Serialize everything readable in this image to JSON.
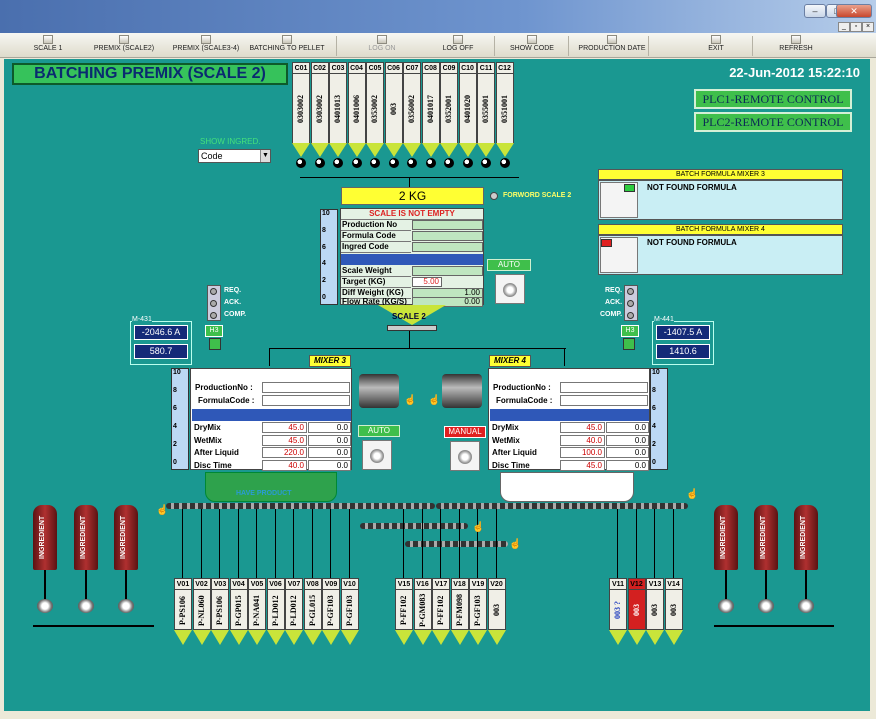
{
  "window": {
    "minimize": "–",
    "restore": "□",
    "close": "✕",
    "mdi": [
      "_",
      "▫",
      "×"
    ]
  },
  "toolbar": [
    {
      "label": "SCALE 1",
      "enabled": true
    },
    {
      "label": "PREMIX (SCALE2)",
      "enabled": true
    },
    {
      "label": "PREMIX (SCALE3-4)",
      "enabled": true
    },
    {
      "label": "BATCHING TO PELLET",
      "enabled": true
    },
    {
      "label": "LOG ON",
      "enabled": false
    },
    {
      "label": "LOG OFF",
      "enabled": true
    },
    {
      "label": "SHOW CODE",
      "enabled": true
    },
    {
      "label": "PRODUCTION DATE",
      "enabled": true
    },
    {
      "label": "EXIT",
      "enabled": true
    },
    {
      "label": "REFRESH",
      "enabled": true
    }
  ],
  "header": {
    "title": "BATCHING PREMIX (SCALE 2)",
    "datetime": "22-Jun-2012 15:22:10",
    "plc1": "PLC1-REMOTE CONTROL",
    "plc2": "PLC2-REMOTE CONTROL"
  },
  "silos": [
    {
      "id": "C01",
      "code": "0303002"
    },
    {
      "id": "C02",
      "code": "0303002"
    },
    {
      "id": "C03",
      "code": "0401013"
    },
    {
      "id": "C04",
      "code": "0401006"
    },
    {
      "id": "C05",
      "code": "0353002"
    },
    {
      "id": "C06",
      "code": "003"
    },
    {
      "id": "C07",
      "code": "0356002"
    },
    {
      "id": "C08",
      "code": "0401017"
    },
    {
      "id": "C09",
      "code": "0352001"
    },
    {
      "id": "C10",
      "code": "0401020"
    },
    {
      "id": "C11",
      "code": "0355001"
    },
    {
      "id": "C12",
      "code": "0351001"
    }
  ],
  "show_ingred": {
    "label": "SHOW INGRED.",
    "value": "Code",
    "arrow": "▼"
  },
  "scale2": {
    "weight_display": "2 KG",
    "forward_label": "FORWORD SCALE 2",
    "status": "SCALE IS NOT EMPTY",
    "rows": {
      "production_no": "Production No",
      "formula_code": "Formula Code",
      "ingred_code": "Ingred Code",
      "scale_weight": "Scale Weight",
      "target": "Target (KG)",
      "diff": "Diff Weight (KG)",
      "flow": "Flow Rate (KG/S)"
    },
    "target_value": "5.00",
    "diff_value": "1.00",
    "flow_value": "0.00",
    "mode": "AUTO",
    "hopper_label": "SCALE 2"
  },
  "scale_ticks": [
    "10",
    "8",
    "6",
    "4",
    "2",
    "0"
  ],
  "lamps": {
    "req": "REQ.",
    "ack": "ACK.",
    "comp": "COMP."
  },
  "meters": {
    "left": {
      "label": "M-431",
      "tag": "H3",
      "amps": "-2046.6 A",
      "value": "580.7"
    },
    "right": {
      "label": "M-441",
      "tag": "H3",
      "amps": "-1407.5 A",
      "value": "1410.6"
    }
  },
  "mixer3": {
    "label": "MIXER 3",
    "production_no": "ProductionNo :",
    "formula_code": "FormulaCode :",
    "rows": [
      {
        "name": "DryMix",
        "v1": "45.0",
        "v2": "0.0"
      },
      {
        "name": "WetMix",
        "v1": "45.0",
        "v2": "0.0"
      },
      {
        "name": "After Liquid",
        "v1": "220.0",
        "v2": "0.0"
      },
      {
        "name": "Disc Time",
        "v1": "40.0",
        "v2": "0.0"
      }
    ],
    "mode": "AUTO",
    "status": "HAVE PRODUCT"
  },
  "mixer4": {
    "label": "MIXER 4",
    "production_no": "ProductionNo :",
    "formula_code": "FormulaCode :",
    "rows": [
      {
        "name": "DryMix",
        "v1": "45.0",
        "v2": "0.0"
      },
      {
        "name": "WetMix",
        "v1": "40.0",
        "v2": "0.0"
      },
      {
        "name": "After Liquid",
        "v1": "100.0",
        "v2": "0.0"
      },
      {
        "name": "Disc Time",
        "v1": "45.0",
        "v2": "0.0"
      }
    ],
    "mode": "MANUAL"
  },
  "formula3": {
    "title": "BATCH FORMULA MIXER 3",
    "text": "NOT FOUND FORMULA",
    "light": "#2ecc40"
  },
  "formula4": {
    "title": "BATCH FORMULA MIXER 4",
    "text": "NOT FOUND FORMULA",
    "light": "#e02020"
  },
  "ingredient_label": "INGREDIENT",
  "bins_a": [
    {
      "id": "V01",
      "code": "P-PS106"
    },
    {
      "id": "V02",
      "code": "P-NL060"
    },
    {
      "id": "V03",
      "code": "P-PS106"
    },
    {
      "id": "V04",
      "code": "P-GP015"
    },
    {
      "id": "V05",
      "code": "P-NA041"
    },
    {
      "id": "V06",
      "code": "P-LD012"
    },
    {
      "id": "V07",
      "code": "P-LD012"
    },
    {
      "id": "V08",
      "code": "P-GL015"
    },
    {
      "id": "V09",
      "code": "P-GF103"
    },
    {
      "id": "V10",
      "code": "P-GF103"
    }
  ],
  "bins_b": [
    {
      "id": "V15",
      "code": "P-FF102"
    },
    {
      "id": "V16",
      "code": "P-GM083"
    },
    {
      "id": "V17",
      "code": "P-FF102"
    },
    {
      "id": "V18",
      "code": "P-FM098"
    },
    {
      "id": "V19",
      "code": "P-GF103"
    },
    {
      "id": "V20",
      "code": "003"
    }
  ],
  "bins_c": [
    {
      "id": "V11",
      "code": "003 ?",
      "style": "blue"
    },
    {
      "id": "V12",
      "code": "003",
      "style": "red"
    },
    {
      "id": "V13",
      "code": "003",
      "style": ""
    },
    {
      "id": "V14",
      "code": "003",
      "style": ""
    }
  ],
  "hand_icon": "☝"
}
